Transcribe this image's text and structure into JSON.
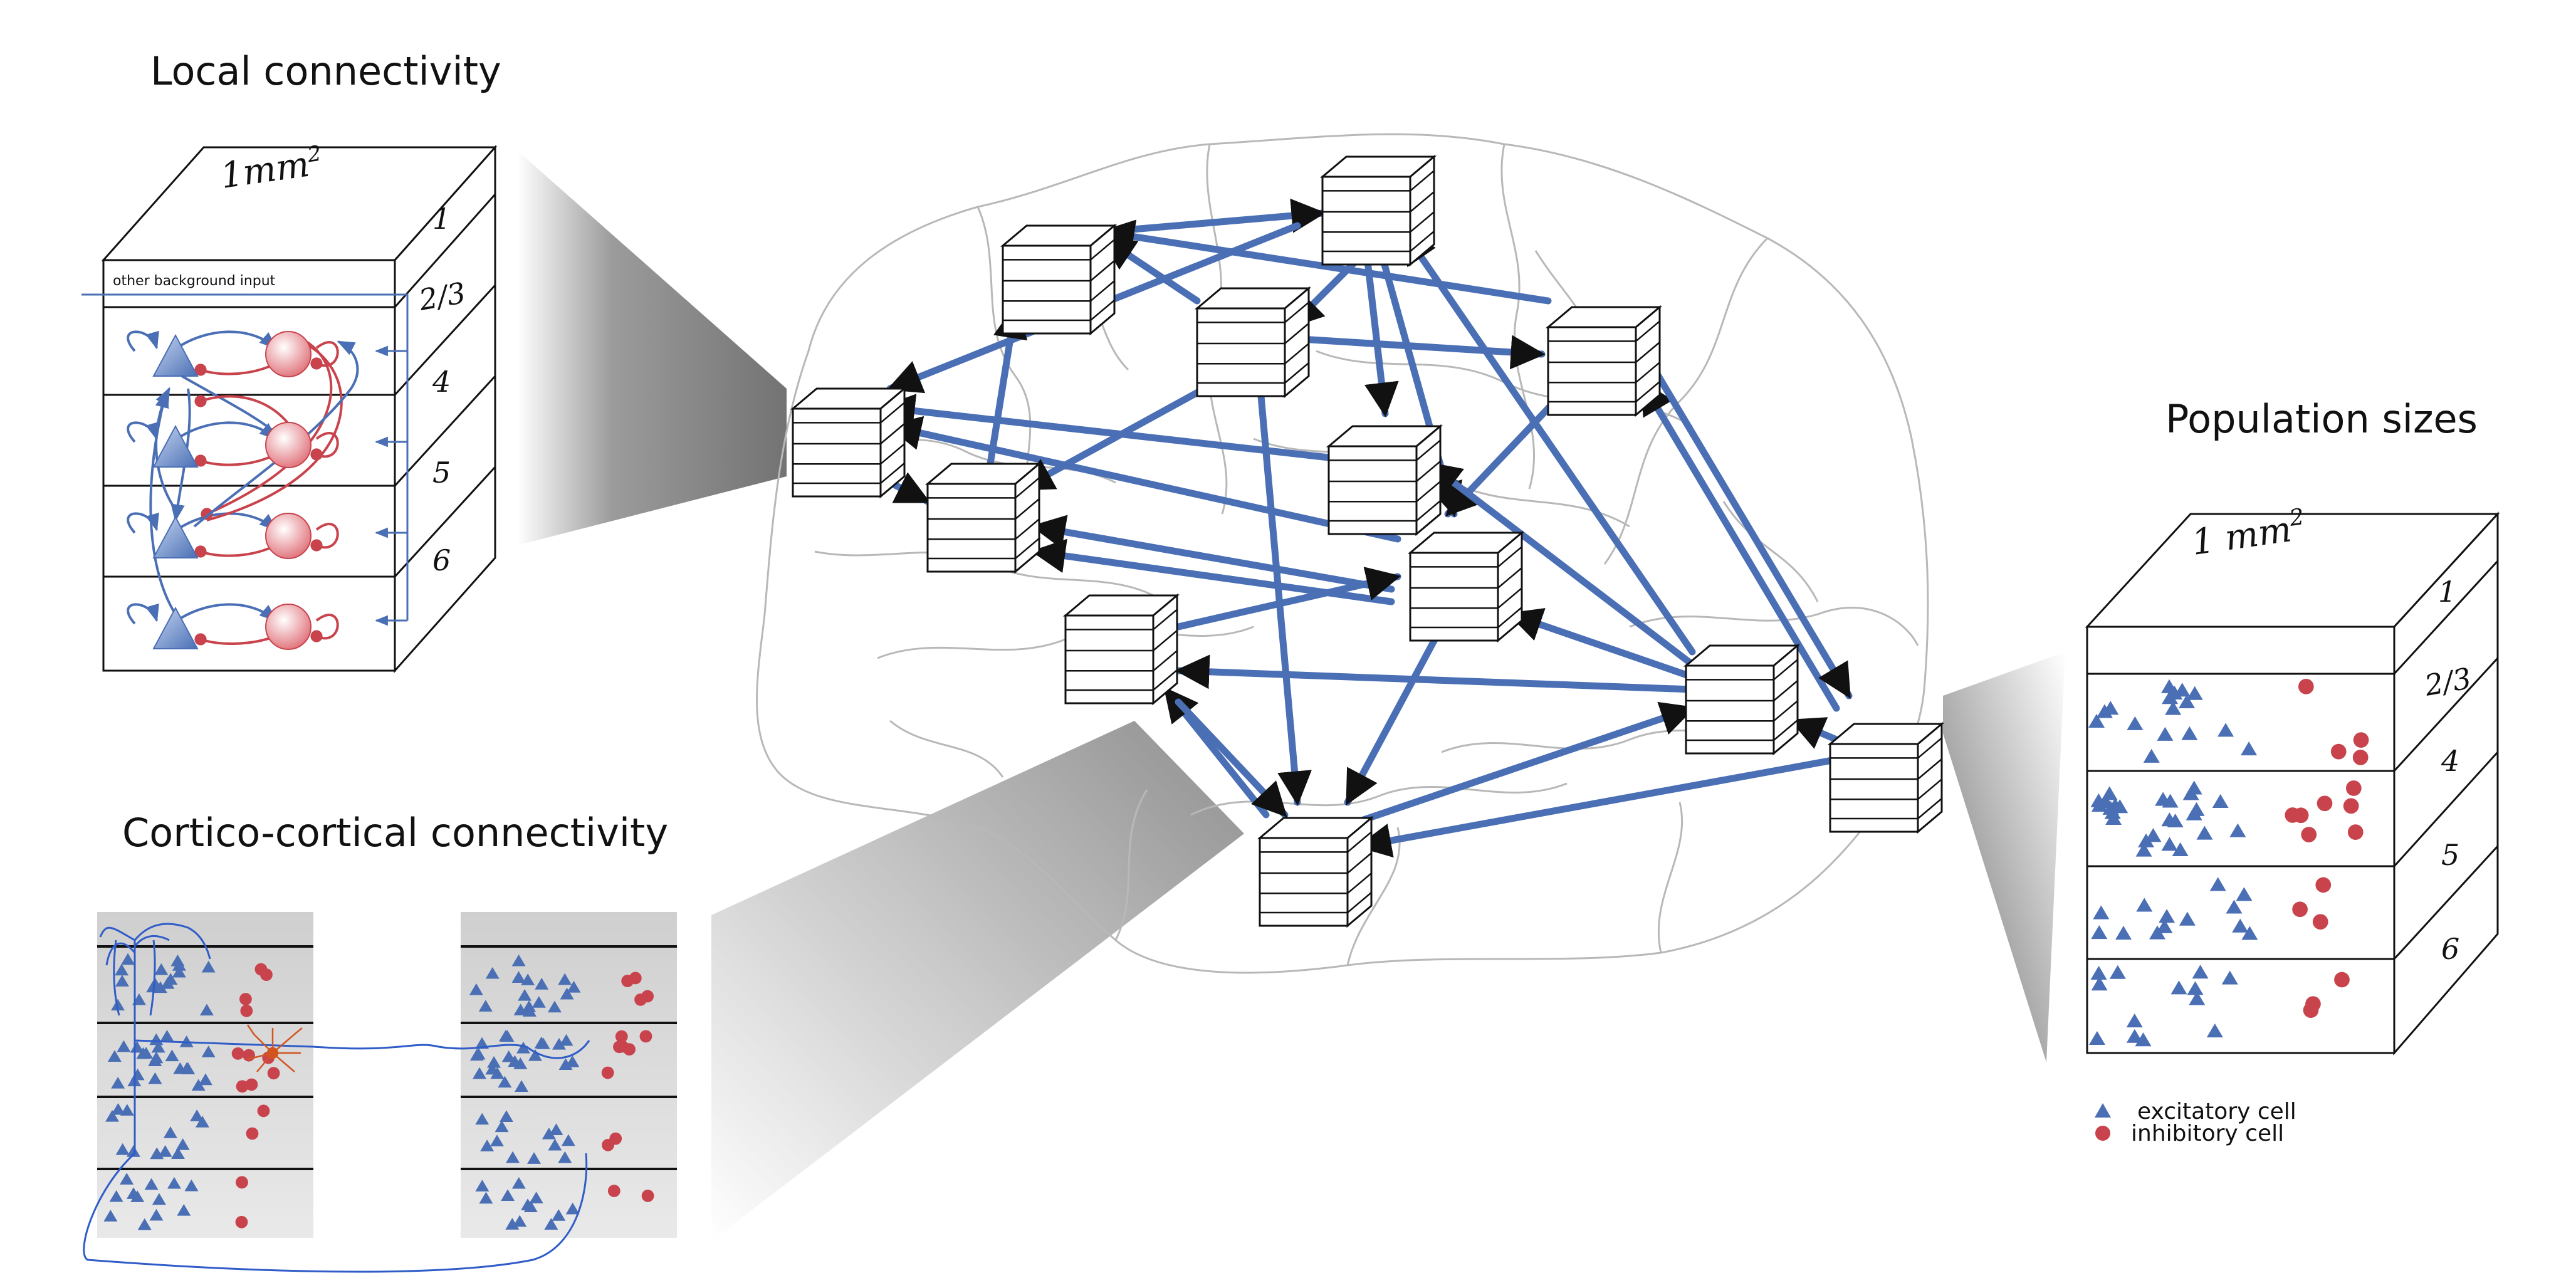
{
  "panels": {
    "local_connectivity": {
      "title": "Local connectivity",
      "area_label": "1mm",
      "area_exponent": "2",
      "layers": [
        "1",
        "2/3",
        "4",
        "5",
        "6"
      ],
      "background_input_label": "other background input"
    },
    "cortico_cortical": {
      "title": "Cortico-cortical connectivity"
    },
    "population_sizes": {
      "title": "Population sizes",
      "area_label": "1 mm",
      "area_exponent": "2",
      "layers": [
        "1",
        "2/3",
        "4",
        "5",
        "6"
      ]
    }
  },
  "legend": {
    "excitatory": "excitatory cell",
    "inhibitory": "inhibitory cell"
  },
  "colors": {
    "excitatory": "#4a6fb5",
    "inhibitory": "#c8434c",
    "connection": "#4a6fb5",
    "brain_outline": "#b8b8b8",
    "pyramidal_neuron": "#2f5cc8",
    "interneuron": "#d2551e"
  },
  "icons": {
    "excitatory_marker": "triangle",
    "inhibitory_marker": "circle"
  }
}
